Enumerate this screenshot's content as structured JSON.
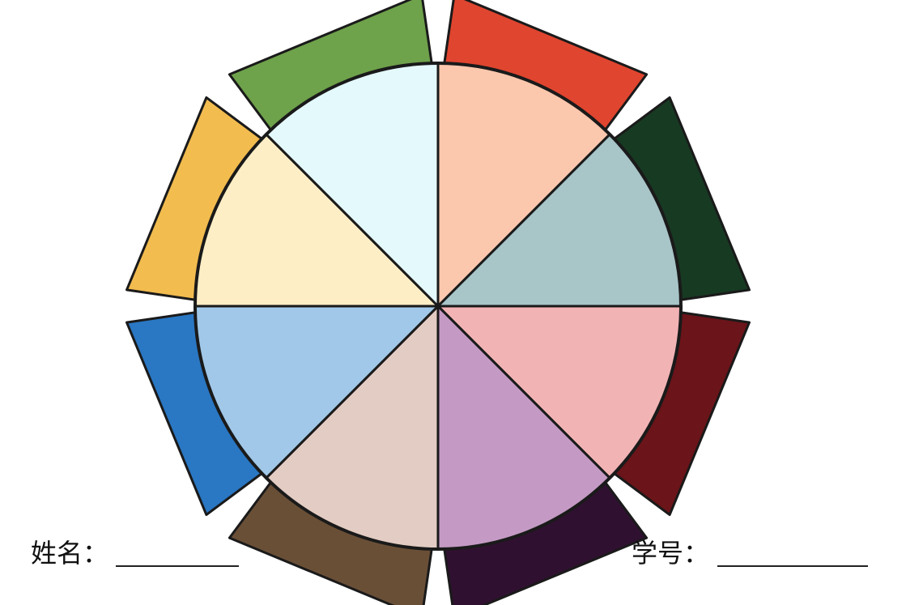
{
  "worksheet": {
    "name_label": "姓名：",
    "student_id_label": "学号："
  },
  "color_wheel": {
    "outline_color": "#1a1a1a",
    "segments": [
      {
        "name": "red",
        "outer": "#e0452f",
        "inner": "#fbc7ad"
      },
      {
        "name": "dark-green",
        "outer": "#173a23",
        "inner": "#a8c5c8"
      },
      {
        "name": "maroon",
        "outer": "#6b1419",
        "inner": "#f2b3b5"
      },
      {
        "name": "purple",
        "outer": "#301030",
        "inner": "#c49ac4"
      },
      {
        "name": "brown",
        "outer": "#6a4f37",
        "inner": "#e3ccc3"
      },
      {
        "name": "blue",
        "outer": "#2a77c3",
        "inner": "#a1c8e8"
      },
      {
        "name": "yellow",
        "outer": "#f2bc4f",
        "inner": "#fdeec5"
      },
      {
        "name": "green",
        "outer": "#6ea24b",
        "inner": "#e4f9fc"
      }
    ]
  }
}
